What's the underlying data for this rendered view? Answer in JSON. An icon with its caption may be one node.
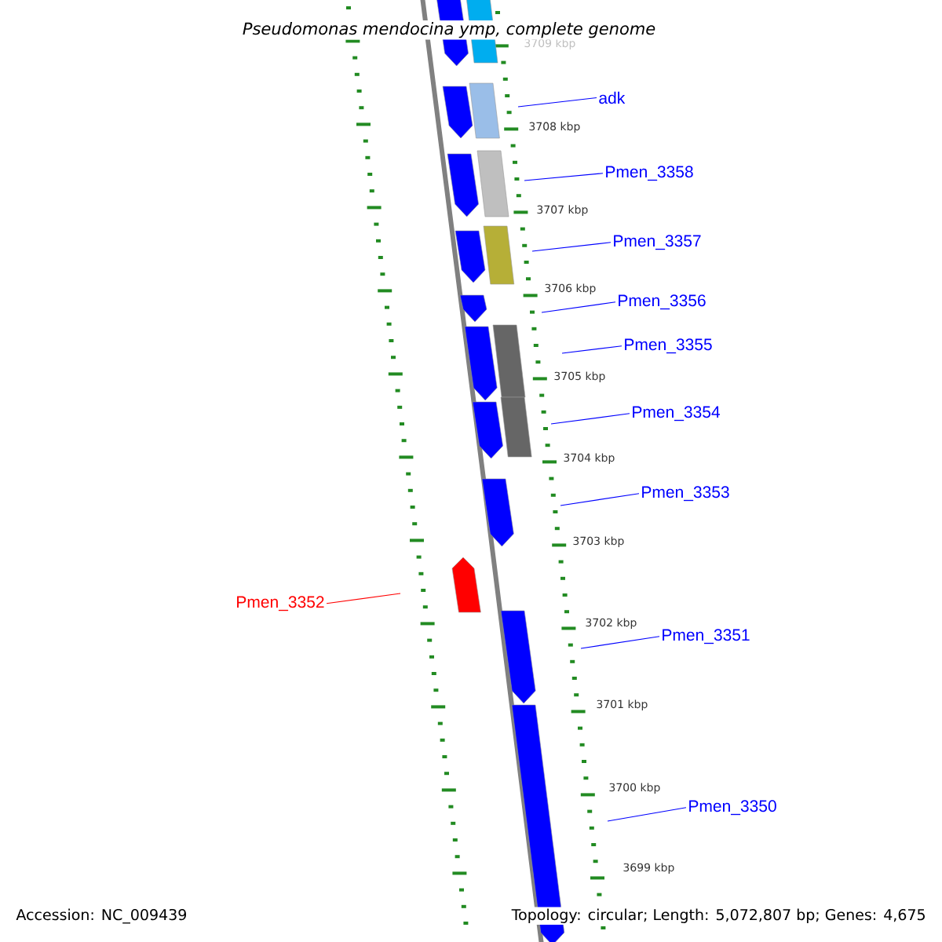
{
  "diagram": {
    "title": "Pseudomonas mendocina ymp, complete genome",
    "nodes": [
      {
        "text": [
          "adk"
        ]
      },
      {
        "text": [
          "Pmen_3358"
        ]
      },
      {
        "text": [
          "Pmen_3357"
        ]
      },
      {
        "text": [
          "Pmen_3356"
        ]
      },
      {
        "text": [
          "Pmen_3355"
        ]
      },
      {
        "text": [
          "Pmen_3354"
        ]
      },
      {
        "text": [
          "Pmen_3353"
        ]
      },
      {
        "text": [
          "Pmen_3352"
        ]
      },
      {
        "text": [
          "Pmen_3351"
        ]
      },
      {
        "text": [
          "Pmen_3350"
        ]
      }
    ],
    "edges": [
      {
        "from": 0,
        "to": null,
        "arrow": "none"
      },
      {
        "from": 1,
        "to": null,
        "arrow": "none"
      },
      {
        "from": 2,
        "to": null,
        "arrow": "none"
      },
      {
        "from": 3,
        "to": null,
        "arrow": "none"
      },
      {
        "from": 4,
        "to": null,
        "arrow": "none"
      },
      {
        "from": 5,
        "to": null,
        "arrow": "none"
      },
      {
        "from": 6,
        "to": null,
        "arrow": "none"
      },
      {
        "from": 7,
        "to": null,
        "arrow": "none",
        "color": "#ff0000"
      },
      {
        "from": 8,
        "to": null,
        "arrow": "none"
      },
      {
        "from": 9,
        "to": null,
        "arrow": "none"
      }
    ],
    "labels": [
      "3709 kbp",
      "3708 kbp",
      "3707 kbp",
      "3706 kbp",
      "3705 kbp",
      "3704 kbp",
      "3703 kbp",
      "3702 kbp",
      "3701 kbp",
      "3700 kbp",
      "3699 kbp",
      "Accession: NC_009439",
      "Topology: circular; Length: 5,072,807 bp; Genes: 4,675"
    ]
  }
}
